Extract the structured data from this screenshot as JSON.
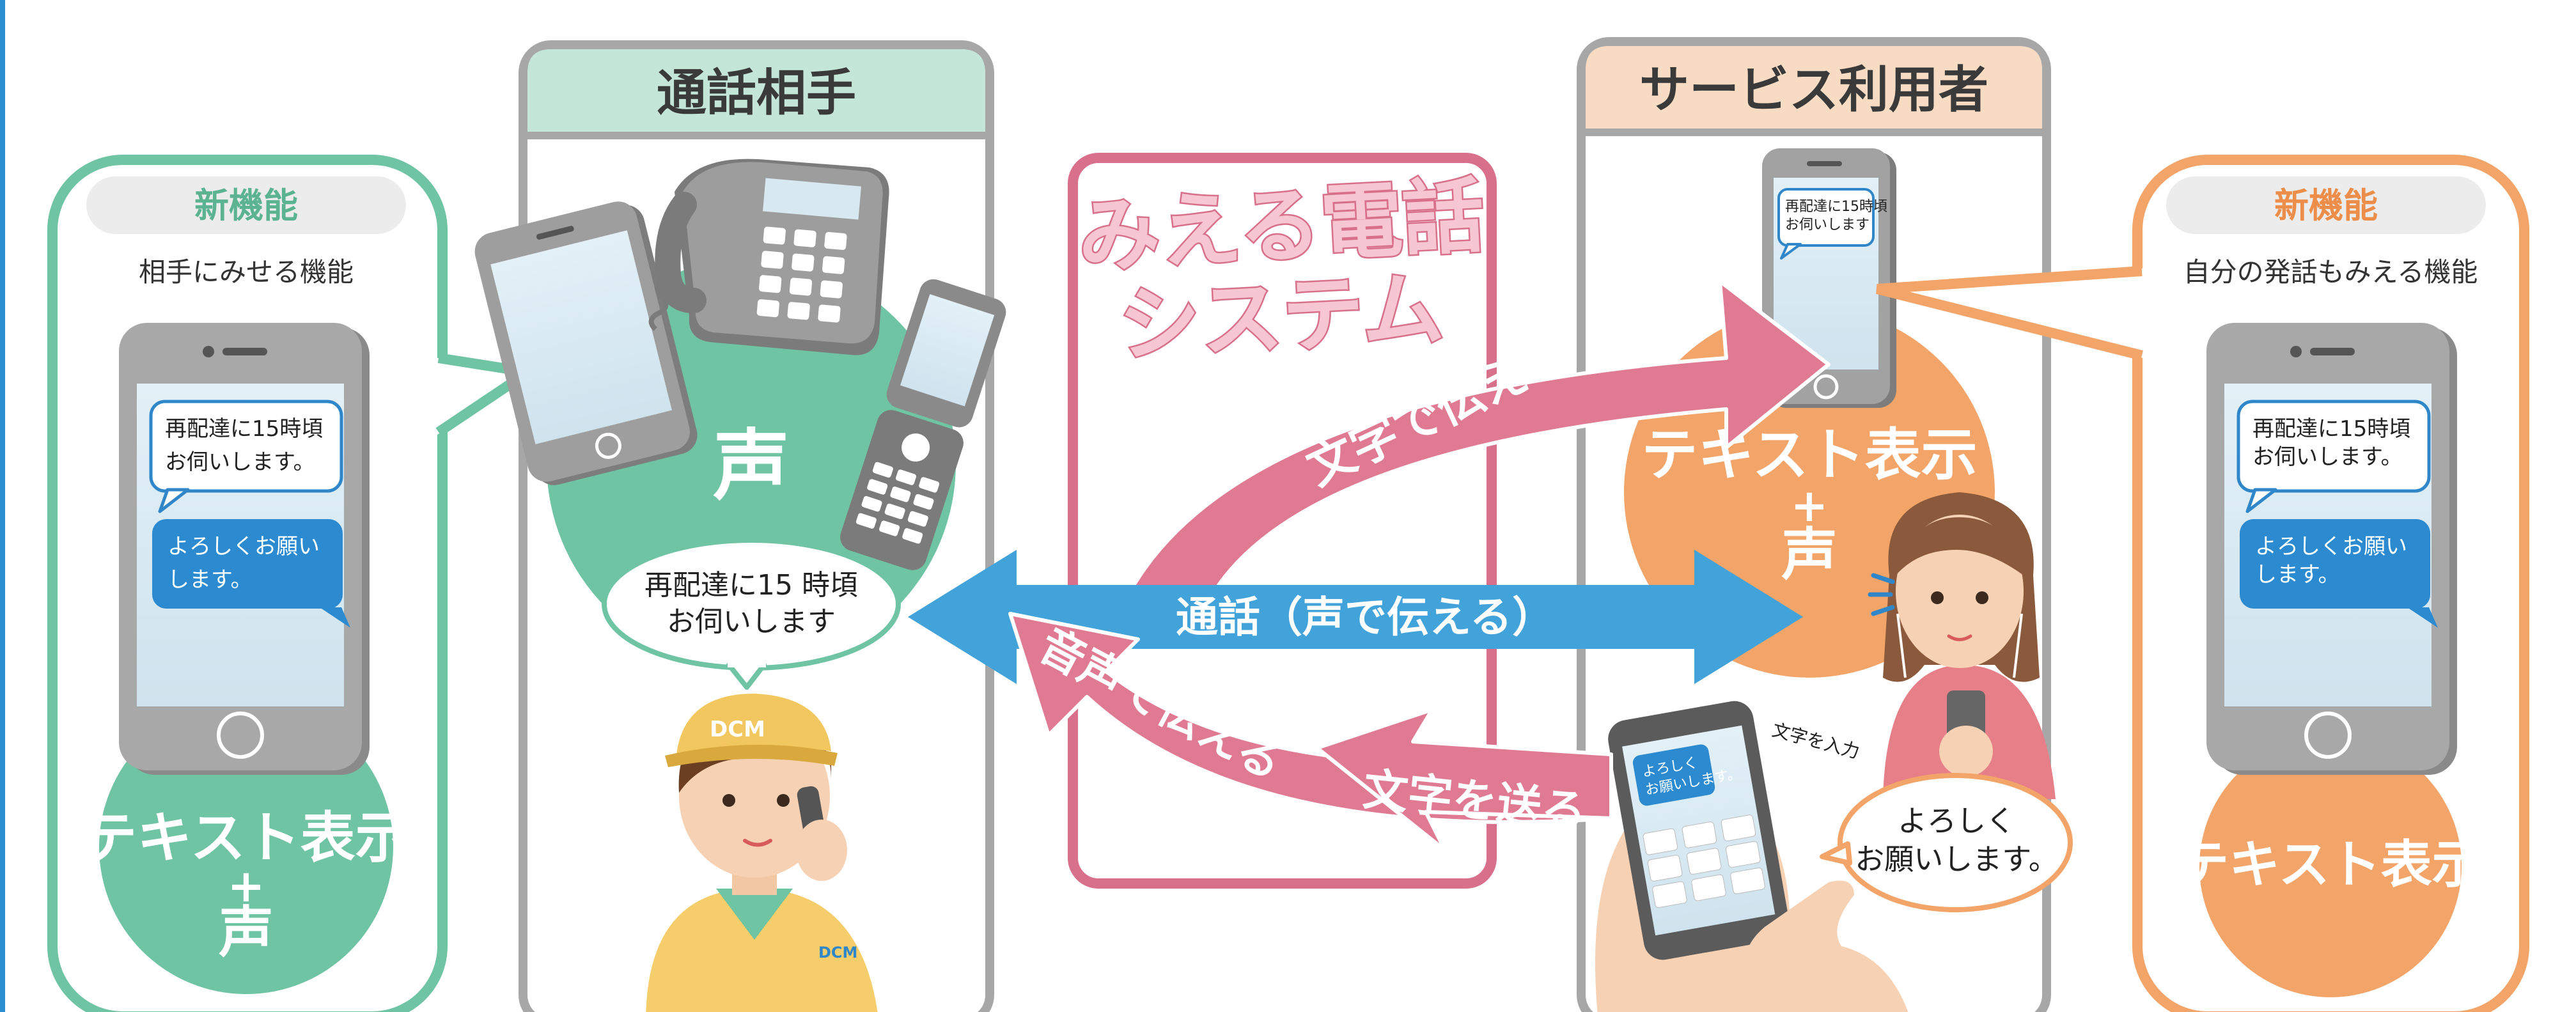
{
  "left_panel": {
    "badge": "新機能",
    "caption": "相手にみせる機能",
    "phone_bubble_1": "再配達に15時頃\nお伺いします。",
    "phone_bubble_2": "よろしくお願い\nします。",
    "circle_line1": "テキスト表示",
    "circle_plus": "+",
    "circle_line2": "声"
  },
  "caller_panel": {
    "header": "通話相手",
    "voice_circle": "声",
    "speech_bubble": "再配達に15 時頃\nお伺いします",
    "cap_text": "DCM",
    "uniform_text": "DCM"
  },
  "center_panel": {
    "title_line1": "みえる電話",
    "title_line2": "システム"
  },
  "arrows": {
    "text_convey": "文字で伝える",
    "call": "通話（声で伝える）",
    "voice_convey": "音声で伝える",
    "send_text": "文字を送る"
  },
  "user_panel": {
    "header": "サービス利用者",
    "phone_bubble": "再配達に15時頃\nお伺いします",
    "circle_line1": "テキスト表示",
    "circle_plus": "+",
    "circle_line2": "声",
    "input_label": "文字を入力",
    "typing_bubble": "よろしく\nお願いします。",
    "speech_bubble": "よろしく\nお願いします。"
  },
  "right_panel": {
    "badge": "新機能",
    "caption": "自分の発話もみえる機能",
    "phone_bubble_1": "再配達に15時頃\nお伺いします。",
    "phone_bubble_2": "よろしくお願い\nします。",
    "circle_line1": "テキスト表示"
  },
  "colors": {
    "green": "#6ec4a3",
    "light_green": "#c4e6d8",
    "orange": "#f3a468",
    "light_orange": "#f7dcc3",
    "pink": "#d86f8b",
    "blue": "#42a3db",
    "gray_frame": "#a7a7a7",
    "phone_screen": "#dcecf5"
  }
}
